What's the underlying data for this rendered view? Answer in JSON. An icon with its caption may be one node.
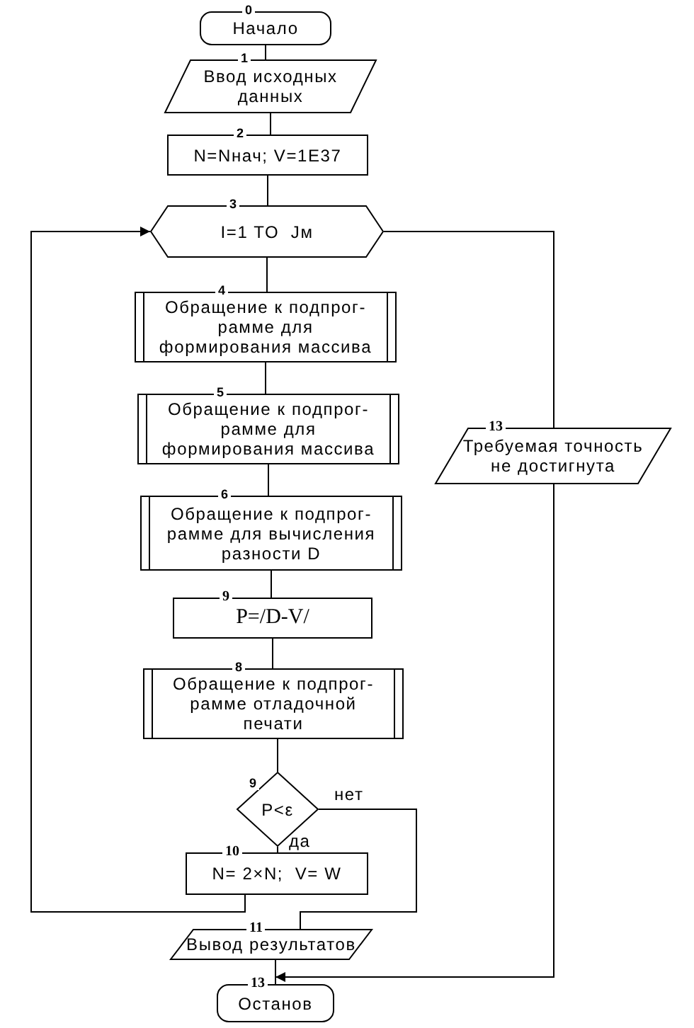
{
  "diagram": {
    "nodes": [
      {
        "text": [
          "Начало"
        ],
        "beside": [
          "0"
        ]
      },
      {
        "text": [
          "Ввод исходных данных"
        ],
        "beside": [
          "1"
        ]
      },
      {
        "text": [
          "N=Nнач; V=1E37"
        ],
        "beside": [
          "2"
        ]
      },
      {
        "text": [
          "I=1 TO  Jм"
        ],
        "beside": [
          "3"
        ]
      },
      {
        "text": [
          "Обращение к подпрог- рамме для формирования массива"
        ],
        "beside": [
          "4"
        ]
      },
      {
        "text": [
          "Обращение к подпрог- рамме для формирования массива"
        ],
        "beside": [
          "5"
        ]
      },
      {
        "text": [
          "Обращение к подпрог- рамме для вычисления разности D"
        ],
        "beside": [
          "6"
        ]
      },
      {
        "text": [
          "P=/D-V/"
        ],
        "beside": [
          "9"
        ]
      },
      {
        "text": [
          "Обращение к подпрог- рамме отладочной печати"
        ],
        "beside": [
          "8"
        ]
      },
      {
        "text": [
          "P<ε"
        ],
        "beside": [
          "9"
        ]
      },
      {
        "text": [
          "N= 2×N;  V= W"
        ],
        "beside": [
          "10"
        ]
      },
      {
        "text": [
          "Вывод результатов"
        ],
        "beside": [
          "11"
        ]
      },
      {
        "text": [
          "Останов"
        ],
        "beside": [
          "13"
        ]
      },
      {
        "text": [
          "Требуемая точность не достигнута"
        ],
        "beside": [
          "13"
        ]
      }
    ],
    "edges": [
      {
        "from": 0,
        "to": 1,
        "arrow": "none"
      },
      {
        "from": 1,
        "to": 2,
        "arrow": "none"
      },
      {
        "from": 2,
        "to": 3,
        "arrow": "none"
      },
      {
        "from": 3,
        "to": 4,
        "arrow": "none"
      },
      {
        "from": 4,
        "to": 5,
        "arrow": "none"
      },
      {
        "from": 5,
        "to": 6,
        "arrow": "none"
      },
      {
        "from": 6,
        "to": 7,
        "arrow": "none"
      },
      {
        "from": 7,
        "to": 8,
        "arrow": "none"
      },
      {
        "from": 8,
        "to": 9,
        "arrow": "none"
      },
      {
        "from": 9,
        "to": 10,
        "arrow": "none",
        "label": "да"
      },
      {
        "from": 9,
        "to": 11,
        "arrow": "none",
        "label": "нет"
      },
      {
        "from": 10,
        "to": 3,
        "arrow": "to"
      },
      {
        "from": 3,
        "to": 13,
        "arrow": "none"
      },
      {
        "from": 11,
        "to": 12,
        "arrow": "none"
      },
      {
        "from": 13,
        "to": 12,
        "arrow": "to"
      }
    ]
  }
}
